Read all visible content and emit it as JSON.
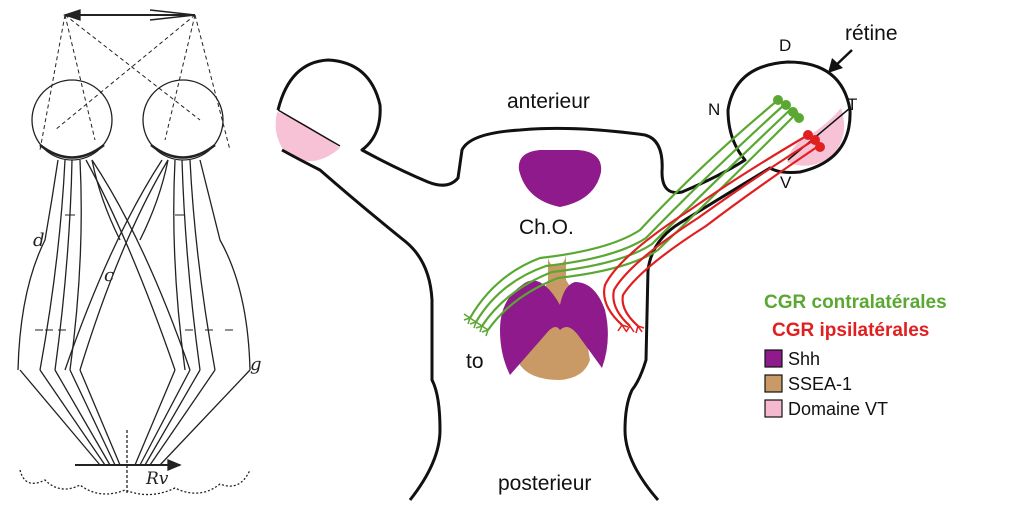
{
  "left_panel": {
    "labels": {
      "d": "d",
      "c": "c",
      "g": "g",
      "rv": "Rv"
    }
  },
  "right_panel": {
    "regions": {
      "anterior": "anterieur",
      "posterior": "posterieur",
      "chiasm": "Ch.O.",
      "tract": "to",
      "retina": "rétine"
    },
    "retina_axes": {
      "dorsal": "D",
      "nasal": "N",
      "temporal": "T",
      "ventral": "V"
    }
  },
  "legend": {
    "contralateral": {
      "text": "CGR contralatérales",
      "color": "#5aa832"
    },
    "ipsilateral": {
      "text": "CGR ipsilatérales",
      "color": "#e02020"
    },
    "items": [
      {
        "label": "Shh",
        "color": "#8e1a8c"
      },
      {
        "label": "SSEA-1",
        "color": "#c99a66"
      },
      {
        "label": "Domaine VT",
        "color": "#f4b8cf"
      }
    ]
  }
}
